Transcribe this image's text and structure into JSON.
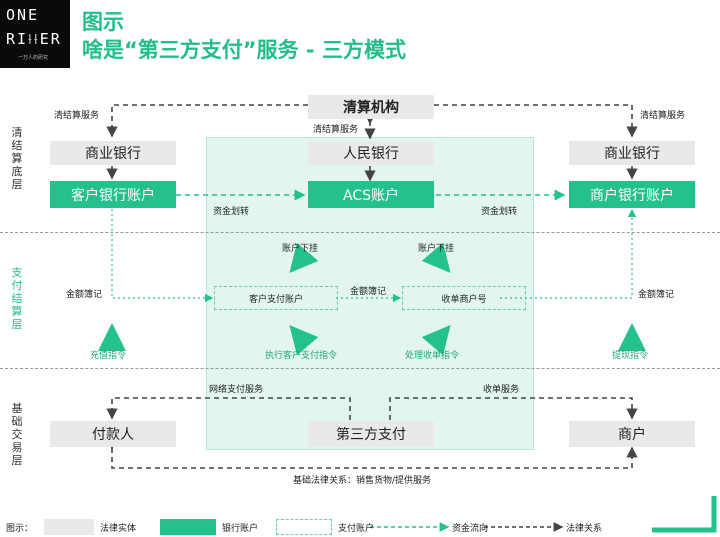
{
  "logo": {
    "line1": "ONE",
    "line2": "RI⟊⟊ER",
    "tagline": "一万人的研究"
  },
  "header": {
    "title": "图示",
    "subtitle": "啥是“第三方支付”服务 - 三方模式"
  },
  "layers": {
    "top": "清结算底层",
    "middle": "支付结算层",
    "bottom": "基础交易层"
  },
  "entities": {
    "clearing_org": "清算机构",
    "pboc": "人民银行",
    "bank_left": "商业银行",
    "bank_right": "商业银行",
    "payer": "付款人",
    "third_party": "第三方支付",
    "merchant": "商户"
  },
  "bank_accounts": {
    "customer": "客户银行账户",
    "acs": "ACS账户",
    "merchant": "商户银行账户"
  },
  "pay_accounts": {
    "customer": "客户支付账户",
    "merchant": "收单商户号"
  },
  "labels": {
    "clearing_service_left": "清结算服务",
    "clearing_service_right": "清结算服务",
    "clearing_service_center": "清结算服务",
    "fund_transfer_left": "资金划转",
    "fund_transfer_right": "资金划转",
    "sub_account_left": "账户下挂",
    "sub_account_right": "账户下挂",
    "amount_booking_left": "金额簿记",
    "amount_booking_center": "金额簿记",
    "amount_booking_right": "金额簿记",
    "recharge": "充值指令",
    "exec_payment": "执行客户支付指令",
    "process_acquiring": "处理收单指令",
    "withdraw": "提现指令",
    "network_payment": "网络支付服务",
    "acquiring_service": "收单服务",
    "base_legal": "基础法律关系：销售货物/提供服务"
  },
  "legend": {
    "title": "图示：",
    "legal_entity": "法律实体",
    "bank_account": "银行账户",
    "pay_account": "支付账户",
    "fund_flow": "资金流向",
    "legal_relation": "法律关系"
  },
  "colors": {
    "accent": "#24c18c",
    "panel": "#e3f6ee",
    "entity": "#e9e9e9",
    "legal_line": "#444444"
  }
}
